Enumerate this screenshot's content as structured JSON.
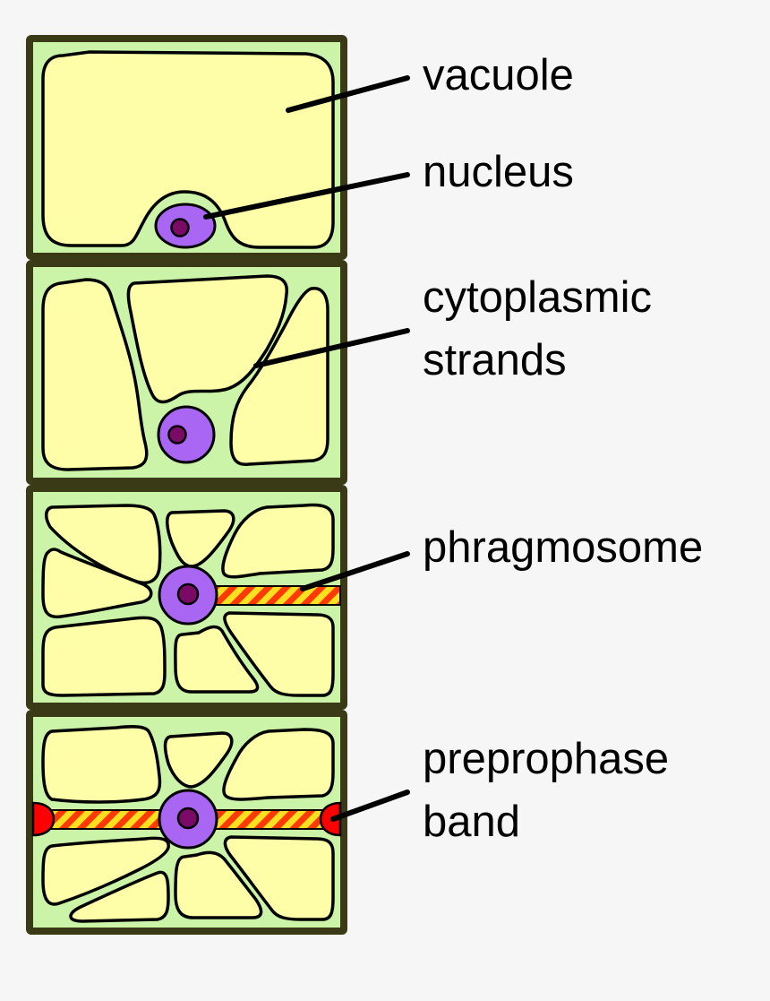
{
  "labels": {
    "vacuole": "vacuole",
    "nucleus": "nucleus",
    "cytoplasmic_line1": "cytoplasmic",
    "cytoplasmic_line2": "strands",
    "phragmosome": "phragmosome",
    "preprophase_line1": "preprophase",
    "preprophase_line2": "band"
  },
  "colors": {
    "background": "#f6f6f6",
    "cell_wall": "#3a3a16",
    "cytoplasm": "#ccf4a8",
    "vacuole": "#fefea8",
    "nucleus": "#a866f2",
    "nucleolus": "#7a0a66",
    "band_red": "#ff0000",
    "band_yellow": "#ffe020",
    "outline": "#000000"
  }
}
